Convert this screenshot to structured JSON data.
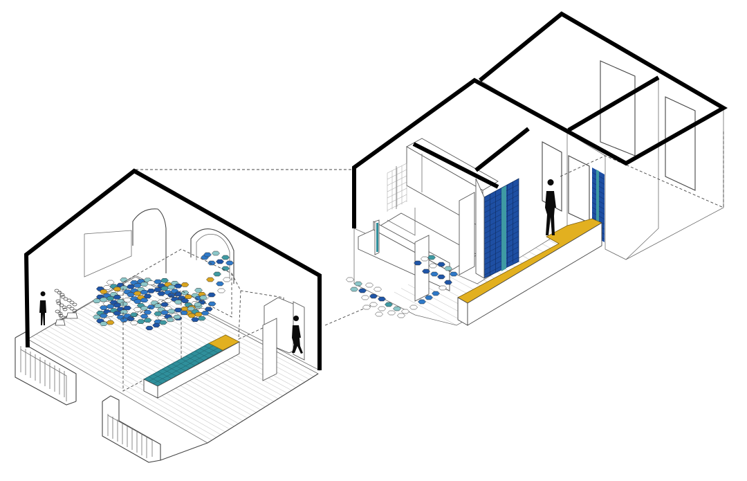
{
  "drawing": {
    "type": "isometric architectural axonometric",
    "views": [
      "left-room",
      "right-room"
    ],
    "colors": {
      "line": "#000000",
      "thin_line": "#6b6b6b",
      "tile_dark_blue": "#1f56a8",
      "tile_blue": "#2f79c8",
      "tile_teal": "#3f9aa3",
      "tile_light_teal": "#8cc7c9",
      "tile_mustard": "#d9a41e",
      "tile_white": "#ffffff",
      "bench_teal": "#2f8f9b",
      "bench_yellow": "#e2b020",
      "cabinet_blue": "#1e4fa3"
    },
    "figures": [
      "person-silhouette",
      "person-silhouette",
      "person-silhouette",
      "plant"
    ]
  }
}
